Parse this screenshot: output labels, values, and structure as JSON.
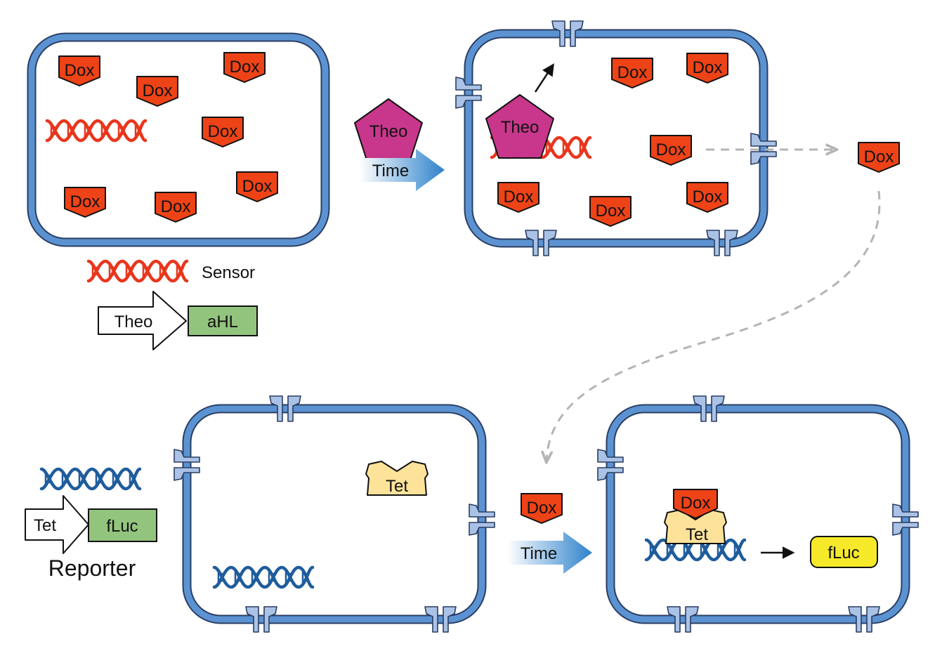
{
  "labels": {
    "dox": "Dox",
    "theo": "Theo",
    "time": "Time",
    "sensor": "Sensor",
    "ahl": "aHL",
    "tet": "Tet",
    "fluc": "fLuc",
    "reporter": "Reporter"
  },
  "colors": {
    "membrane": "#5b93d2",
    "membrane_dark": "#2a3d62",
    "pore": "#a9c2e6",
    "dox": "#ee4317",
    "theo": "#c8378b",
    "sensor_dna": "#e8361d",
    "reporter_dna": "#1f5c9c",
    "gene_green": "#93c47d",
    "tet_protein": "#fde39a",
    "fluc_protein": "#f6e92a",
    "arrow_blue": "#2e82cc",
    "dashed_gray": "#b4b4b4"
  }
}
